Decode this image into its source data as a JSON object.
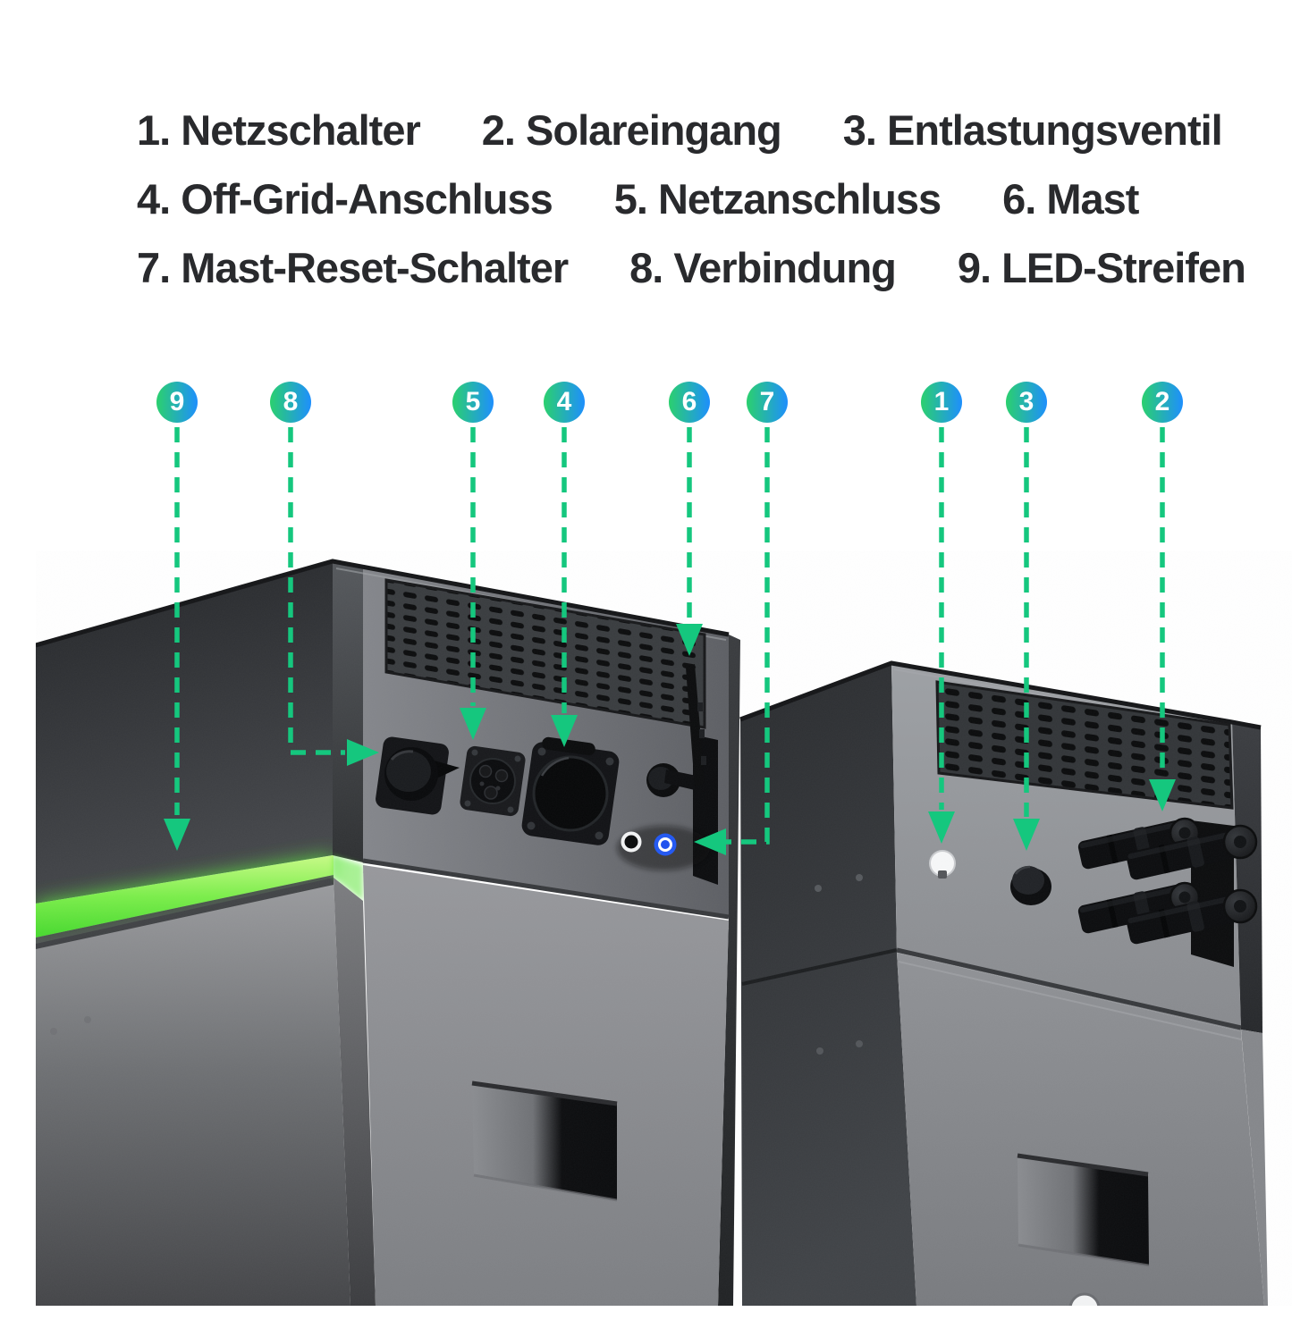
{
  "legend": {
    "rows": [
      [
        "1. Netzschalter",
        "2. Solareingang",
        "3. Entlastungsventil"
      ],
      [
        "4. Off-Grid-Anschluss",
        "5. Netzanschluss",
        "6. Mast"
      ],
      [
        "7. Mast-Reset-Schalter",
        "8. Verbindung",
        "9. LED-Streifen"
      ]
    ]
  },
  "badges": [
    {
      "number": "9"
    },
    {
      "number": "8"
    },
    {
      "number": "5"
    },
    {
      "number": "4"
    },
    {
      "number": "6"
    },
    {
      "number": "7"
    },
    {
      "number": "1"
    },
    {
      "number": "3"
    },
    {
      "number": "2"
    }
  ],
  "colors": {
    "badge_gradient_left": "#2bd06e",
    "badge_gradient_right": "#1e8ffd",
    "arrow_green": "#15c77e",
    "led_strip_green": "#6fe84c",
    "reset_button_blue": "#1f55f0",
    "legend_text": "#292a2d",
    "background": "#ffffff"
  }
}
